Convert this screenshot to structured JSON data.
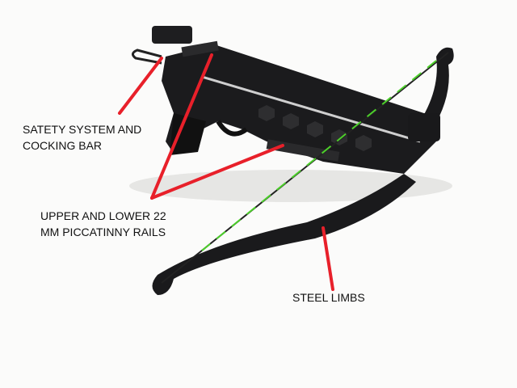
{
  "annotations": {
    "safety": {
      "line1": "SATETY SYSTEM AND",
      "line2": "COCKING BAR"
    },
    "rails": {
      "line1": "UPPER AND LOWER 22",
      "line2": "MM PICCATINNY RAILS"
    },
    "limbs": {
      "line1": "STEEL LIMBS"
    }
  },
  "colors": {
    "pointer": "#e8202a",
    "body": "#1c1c1e",
    "string_accent": "#4ccf2a"
  }
}
